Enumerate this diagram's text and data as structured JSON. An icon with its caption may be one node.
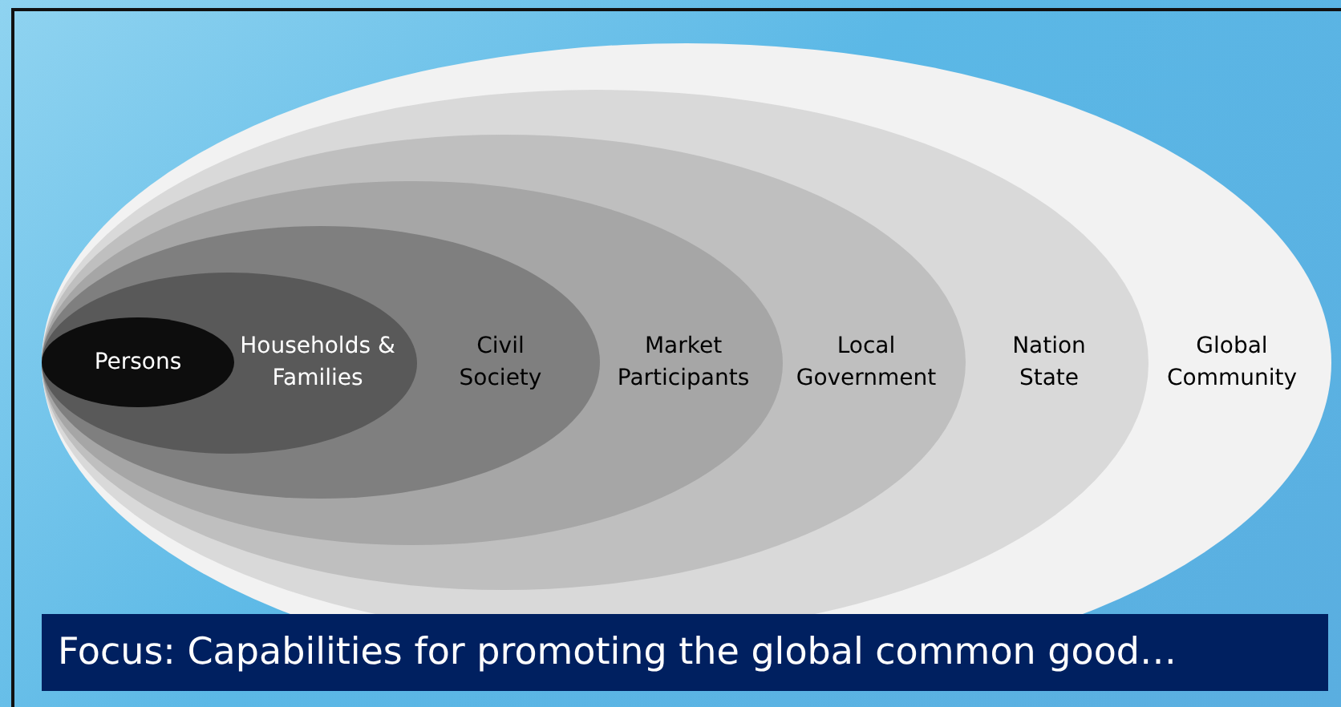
{
  "diagram": {
    "caption": "Focus: Capabilities for promoting the global common good…",
    "nodes": [
      {
        "text": [
          "Global Community"
        ]
      },
      {
        "text": [
          "Nation State"
        ],
        "in": 0
      },
      {
        "text": [
          "Local Government"
        ],
        "in": 1
      },
      {
        "text": [
          "Market Participants"
        ],
        "in": 2
      },
      {
        "text": [
          "Civil Society"
        ],
        "in": 3
      },
      {
        "text": [
          "Households & Families"
        ],
        "in": 4
      },
      {
        "text": [
          "Persons"
        ],
        "in": 5
      }
    ]
  }
}
